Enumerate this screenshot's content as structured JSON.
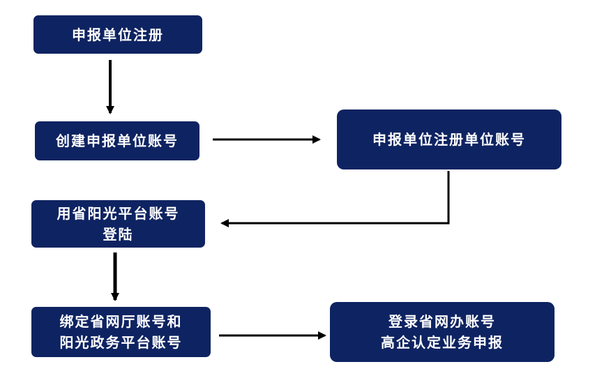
{
  "nodes": {
    "register_unit": {
      "label": "申报单位注册"
    },
    "create_account": {
      "label": "创建申报单位账号"
    },
    "register_unit_account": {
      "label": "申报单位注册单位账号"
    },
    "sunshine_login": {
      "line1": "用省阳光平台账号",
      "line2": "登陆"
    },
    "bind_accounts": {
      "line1": "绑定省网厅账号和",
      "line2": "阳光政务平台账号"
    },
    "office_login": {
      "line1": "登录省网办账号",
      "line2": "高企认定业务申报"
    }
  },
  "colors": {
    "node_fill": "#0e2361",
    "node_text": "#ffffff",
    "arrow": "#000000"
  }
}
